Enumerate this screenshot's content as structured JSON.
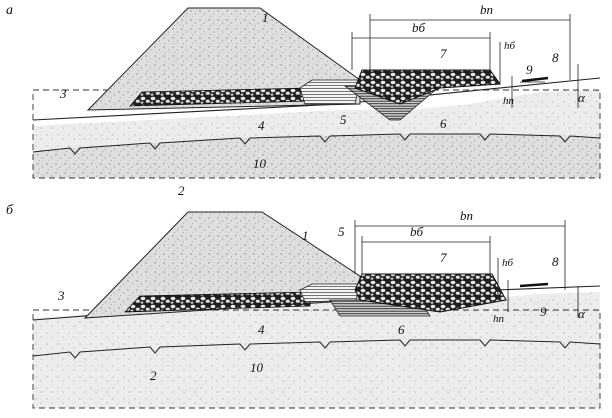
{
  "panels": [
    {
      "letter": "a",
      "labels": {
        "l1": "1",
        "l2": "2",
        "l3": "3",
        "l4": "4",
        "l5": "5",
        "l6": "6",
        "l7": "7",
        "l8": "8",
        "l9": "9",
        "l10": "10"
      },
      "dims": {
        "bp": "bп",
        "bb": "bб",
        "hb": "hб",
        "hn": "hп",
        "alpha": "α"
      }
    },
    {
      "letter": "б",
      "labels": {
        "l1": "1",
        "l2": "2",
        "l3": "3",
        "l4": "4",
        "l5": "5",
        "l6": "6",
        "l7": "7",
        "l8": "8",
        "l9": "9",
        "l10": "10"
      },
      "dims": {
        "bp": "bп",
        "bb": "bб",
        "hb": "hб",
        "hn": "hп",
        "alpha": "α"
      }
    }
  ]
}
